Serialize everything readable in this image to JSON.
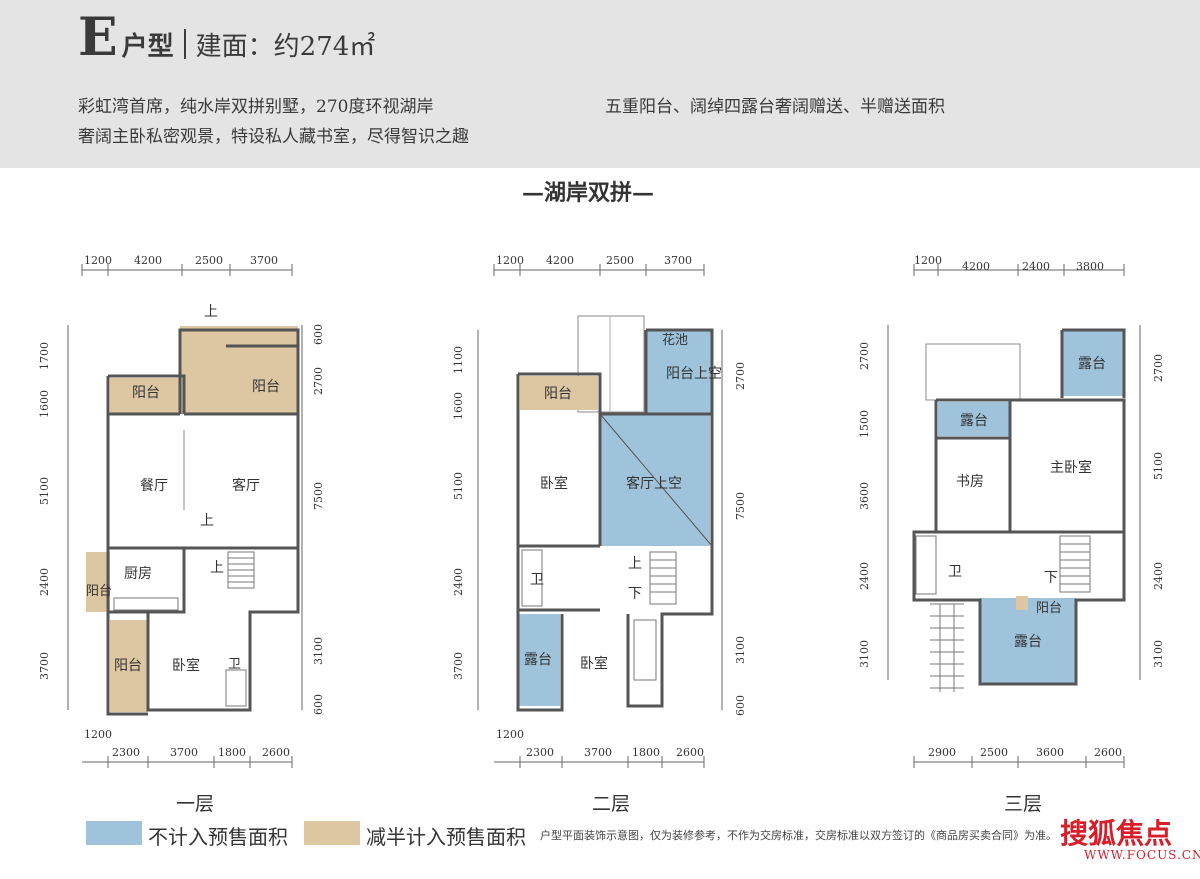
{
  "header": {
    "letter": "E",
    "type": "户型",
    "area": "建面：约274㎡",
    "desc1": "彩虹湾首席，纯水岸双拼别墅，270度环视湖岸",
    "desc2": "奢阔主卧私密观景，特设私人藏书室，尽得智识之趣",
    "desc3": "五重阳台、阔绰四露台奢阔赠送、半赠送面积"
  },
  "subtitle": "—湖岸双拼—",
  "floors": [
    {
      "label": "一层",
      "top_dims": [
        "1200",
        "4200",
        "2500",
        "3700"
      ],
      "bottom_dims": [
        "1200",
        "2300",
        "3700",
        "1800",
        "2600"
      ],
      "left_dims": [
        "1700",
        "1600",
        "5100",
        "2400",
        "3700"
      ],
      "right_dims": [
        "600",
        "2700",
        "7500",
        "3100",
        "600"
      ],
      "rooms": {
        "balcony_a": "阳台",
        "balcony_b": "阳台",
        "dining": "餐厅",
        "living": "客厅",
        "kitchen": "厨房",
        "balcony_c": "阳台",
        "balcony_d": "阳台",
        "bedroom": "卧室",
        "bath": "卫",
        "up1": "上",
        "up2": "上",
        "up3": "上"
      }
    },
    {
      "label": "二层",
      "top_dims": [
        "1200",
        "4200",
        "2500",
        "3700"
      ],
      "bottom_dims": [
        "1200",
        "2300",
        "3700",
        "1800",
        "2600"
      ],
      "left_dims": [
        "1100",
        "1600",
        "5100",
        "2400",
        "3700"
      ],
      "right_dims": [
        "2700",
        "7500",
        "3100",
        "600"
      ],
      "rooms": {
        "planter": "花池",
        "balcony": "阳台",
        "balcony_void": "阳台上空",
        "bedroom1": "卧室",
        "living_void": "客厅上空",
        "bath": "卫",
        "up": "上",
        "down": "下",
        "terrace": "露台",
        "bedroom2": "卧室"
      }
    },
    {
      "label": "三层",
      "top_dims": [
        "1200",
        "4200",
        "2400",
        "3800"
      ],
      "bottom_dims": [
        "2900",
        "2500",
        "3600",
        "2600"
      ],
      "left_dims": [
        "2700",
        "1500",
        "3600",
        "2400",
        "3100"
      ],
      "right_dims": [
        "2700",
        "5100",
        "2400",
        "3100"
      ],
      "rooms": {
        "terrace1": "露台",
        "terrace2": "露台",
        "study": "书房",
        "master": "主卧室",
        "bath": "卫",
        "down": "下",
        "balcony": "阳台",
        "terrace3": "露台"
      }
    }
  ],
  "legend": {
    "blue_label": "不计入预售面积",
    "tan_label": "减半计入预售面积",
    "note": "户型平面装饰示意图，仅为装修参考，不作为交房标准，交房标准以双方签订的《商品房买卖合同》为准。"
  },
  "watermark": {
    "brand": "搜狐焦点",
    "url": "WWW.FOCUS.CN"
  },
  "colors": {
    "header_bg": "#e4e4e4",
    "blue_area": "#9ec3db",
    "tan_area": "#ddc7a2",
    "wall": "#555555",
    "red_logo": "#d81e28"
  }
}
